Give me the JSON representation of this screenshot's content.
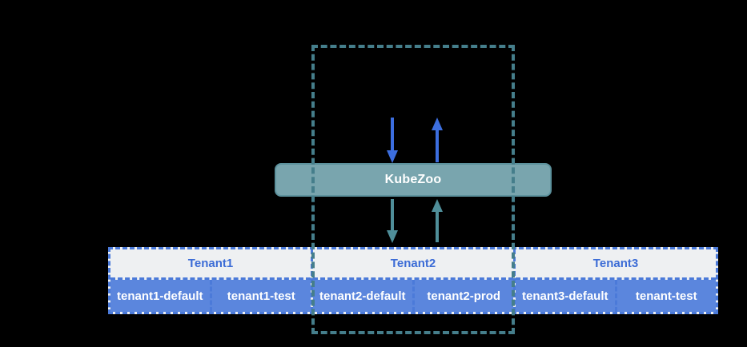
{
  "diagram": {
    "gateway": {
      "label": "KubeZoo"
    },
    "tenants": [
      {
        "name": "Tenant1",
        "namespaces": [
          "tenant1-default",
          "tenant1-test"
        ]
      },
      {
        "name": "Tenant2",
        "namespaces": [
          "tenant2-default",
          "tenant2-prod"
        ]
      },
      {
        "name": "Tenant3",
        "namespaces": [
          "tenant3-default",
          "tenant-test"
        ]
      }
    ],
    "colors": {
      "boundary_dash": "#457e8b",
      "request_arrow": "#3c6edf",
      "internal_arrow": "#4f8e99",
      "gateway_fill": "#79a5ae",
      "gateway_border": "#5d929d",
      "gateway_text": "#ffffff",
      "tenant_header_bg": "#eef0f2",
      "tenant_header_text": "#3c6cd6",
      "namespace_bg": "#5b86dd",
      "namespace_text": "#ffffff",
      "table_dash": "#4b7ad9"
    }
  }
}
